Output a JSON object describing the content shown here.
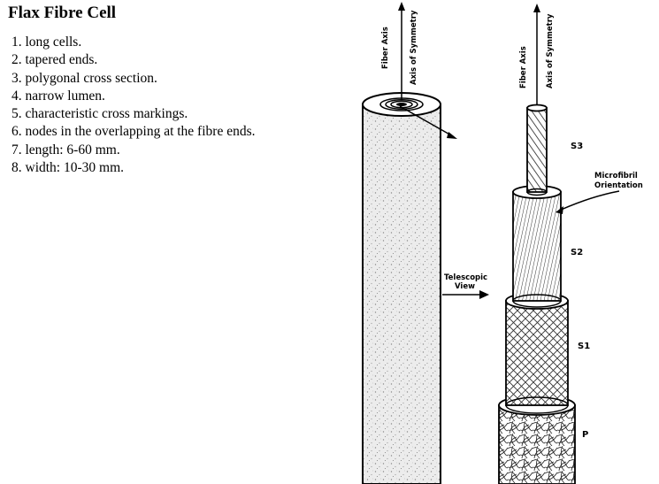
{
  "title": "Flax Fibre Cell",
  "properties": [
    "1. long cells.",
    "2. tapered ends.",
    "3. polygonal cross section.",
    "4. narrow lumen.",
    "5. characteristic cross markings.",
    "6. nodes in the overlapping at the fibre ends.",
    "7. length: 6-60 mm.",
    "8. width: 10-30 mm."
  ],
  "diagram": {
    "left": {
      "fiber_axis_label": "Fiber Axis",
      "symmetry_axis_label": "Axis of Symmetry",
      "telescopic_label_line1": "Telescopic",
      "telescopic_label_line2": "View"
    },
    "right": {
      "fiber_axis_label": "Fiber Axis",
      "symmetry_axis_label": "Axis of Symmetry",
      "microfibril_line1": "Microfibril",
      "microfibril_line2": "Orientation",
      "layer_labels": {
        "s3": "S3",
        "s2": "S2",
        "s1": "S1",
        "p": "P"
      }
    }
  }
}
